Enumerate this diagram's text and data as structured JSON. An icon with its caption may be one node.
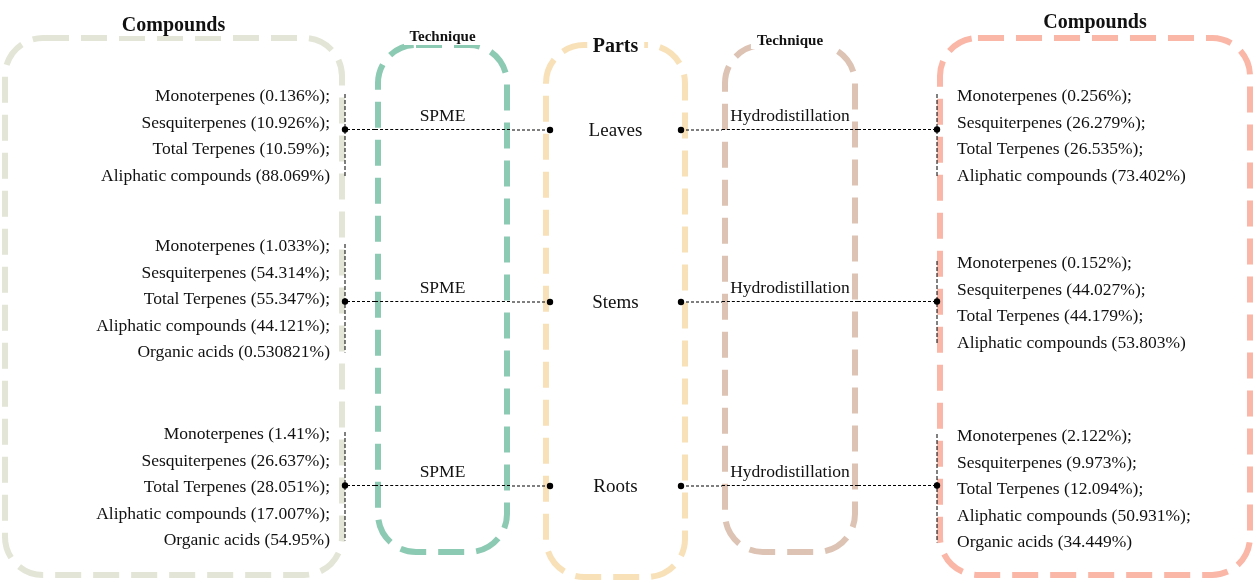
{
  "diagram": {
    "nodes": [
      {
        "text": [
          "Compounds"
        ]
      },
      {
        "text": [
          "Monoterpenes (0.136%);",
          "Sesquiterpenes (10.926%);",
          "Total Terpenes (10.59%);",
          "Aliphatic compounds (88.069%)"
        ],
        "in": 0
      },
      {
        "text": [
          "Monoterpenes (1.033%);",
          "Sesquiterpenes (54.314%);",
          "Total Terpenes (55.347%);",
          "Aliphatic compounds (44.121%);",
          "Organic acids (0.530821%)"
        ],
        "in": 0
      },
      {
        "text": [
          "Monoterpenes (1.41%);",
          "Sesquiterpenes (26.637%);",
          "Total Terpenes (28.051%);",
          "Aliphatic compounds (17.007%);",
          "Organic acids (54.95%)"
        ],
        "in": 0
      },
      {
        "text": [
          "Technique"
        ]
      },
      {
        "text": [
          "SPME"
        ],
        "in": 4
      },
      {
        "text": [
          "SPME"
        ],
        "in": 4
      },
      {
        "text": [
          "SPME"
        ],
        "in": 4
      },
      {
        "text": [
          "Parts"
        ]
      },
      {
        "text": [
          "Leaves"
        ],
        "in": 8
      },
      {
        "text": [
          "Stems"
        ],
        "in": 8
      },
      {
        "text": [
          "Roots"
        ],
        "in": 8
      },
      {
        "text": [
          "Technique"
        ]
      },
      {
        "text": [
          "Hydrodistillation"
        ],
        "in": 12
      },
      {
        "text": [
          "Hydrodistillation"
        ],
        "in": 12
      },
      {
        "text": [
          "Hydrodistillation"
        ],
        "in": 12
      },
      {
        "text": [
          "Compounds"
        ]
      },
      {
        "text": [
          "Monoterpenes (0.256%);",
          "Sesquiterpenes (26.279%);",
          "Total Terpenes (26.535%);",
          "Aliphatic compounds (73.402%)"
        ],
        "in": 16
      },
      {
        "text": [
          "Monoterpenes (0.152%);",
          "Sesquiterpenes (44.027%);",
          "Total Terpenes (44.179%);",
          "Aliphatic compounds (53.803%)"
        ],
        "in": 16
      },
      {
        "text": [
          "Monoterpenes (2.122%);",
          "Sesquiterpenes (9.973%);",
          "Total Terpenes (12.094%);",
          "Aliphatic compounds (50.931%);",
          "Organic acids (34.449%)"
        ],
        "in": 16
      }
    ],
    "edges": [
      {
        "from": 9,
        "to": 5,
        "arrow": "other",
        "style": "dashed"
      },
      {
        "from": 5,
        "to": 1,
        "arrow": "other",
        "style": "dashed"
      },
      {
        "from": 10,
        "to": 6,
        "arrow": "other",
        "style": "dashed"
      },
      {
        "from": 6,
        "to": 2,
        "arrow": "other",
        "style": "dashed"
      },
      {
        "from": 11,
        "to": 7,
        "arrow": "other",
        "style": "dashed"
      },
      {
        "from": 7,
        "to": 3,
        "arrow": "other",
        "style": "dashed"
      },
      {
        "from": 9,
        "to": 13,
        "arrow": "other",
        "style": "dashed"
      },
      {
        "from": 13,
        "to": 17,
        "arrow": "other",
        "style": "dashed"
      },
      {
        "from": 10,
        "to": 14,
        "arrow": "other",
        "style": "dashed"
      },
      {
        "from": 14,
        "to": 18,
        "arrow": "other",
        "style": "dashed"
      },
      {
        "from": 11,
        "to": 15,
        "arrow": "other",
        "style": "dashed"
      },
      {
        "from": 15,
        "to": 19,
        "arrow": "other",
        "style": "dashed"
      }
    ]
  }
}
